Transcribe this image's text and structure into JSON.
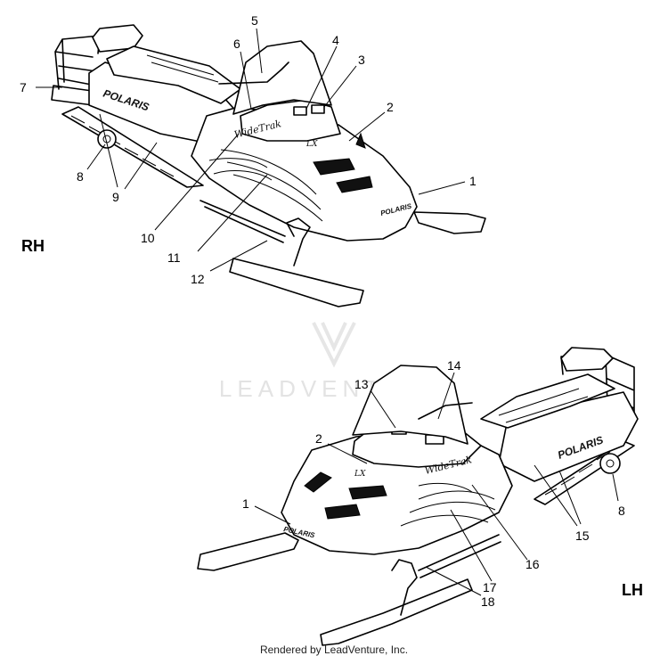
{
  "views": {
    "rh": {
      "label": "RH"
    },
    "lh": {
      "label": "LH"
    }
  },
  "decals": {
    "brand": "POLARIS",
    "model": "WideTrak",
    "trim": "LX"
  },
  "callouts": {
    "c1_rh": "1",
    "c2_rh": "2",
    "c3": "3",
    "c4": "4",
    "c5": "5",
    "c6": "6",
    "c7": "7",
    "c8_rh": "8",
    "c9": "9",
    "c10": "10",
    "c11": "11",
    "c12": "12",
    "c1_lh": "1",
    "c2_lh": "2",
    "c8_lh": "8",
    "c13": "13",
    "c14": "14",
    "c15": "15",
    "c16": "16",
    "c17": "17",
    "c18": "18"
  },
  "watermark": {
    "text": "LEADVENTURE"
  },
  "footer": {
    "text": "Rendered by LeadVenture, Inc."
  }
}
